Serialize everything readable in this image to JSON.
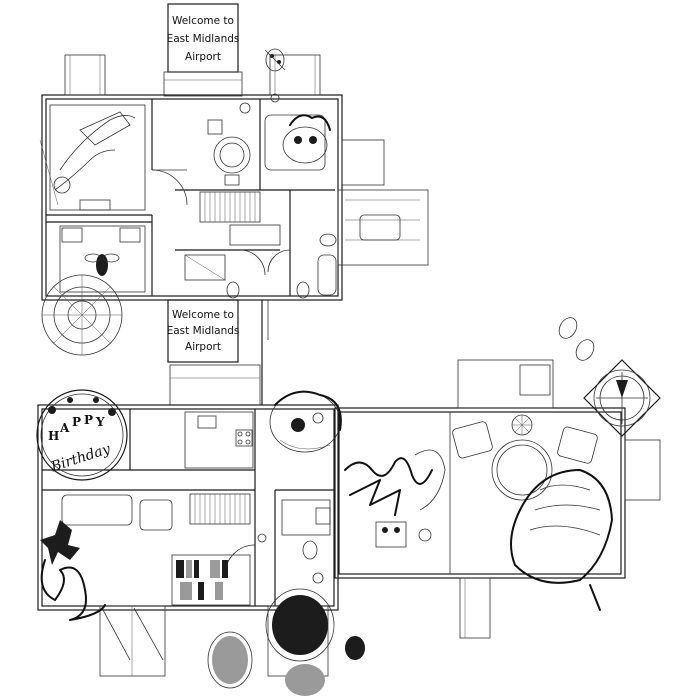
{
  "signs": {
    "top": [
      "Welcome to",
      "East Midlands",
      "Airport"
    ],
    "middle": [
      "Welcome to",
      "East Midlands",
      "Airport"
    ]
  },
  "birthday": {
    "letters": [
      "H",
      "A",
      "P",
      "P",
      "Y"
    ],
    "word": "Birthday"
  },
  "colors": {
    "ink": "#111111",
    "paper": "#ffffff",
    "shade": "#9a9a9a"
  }
}
